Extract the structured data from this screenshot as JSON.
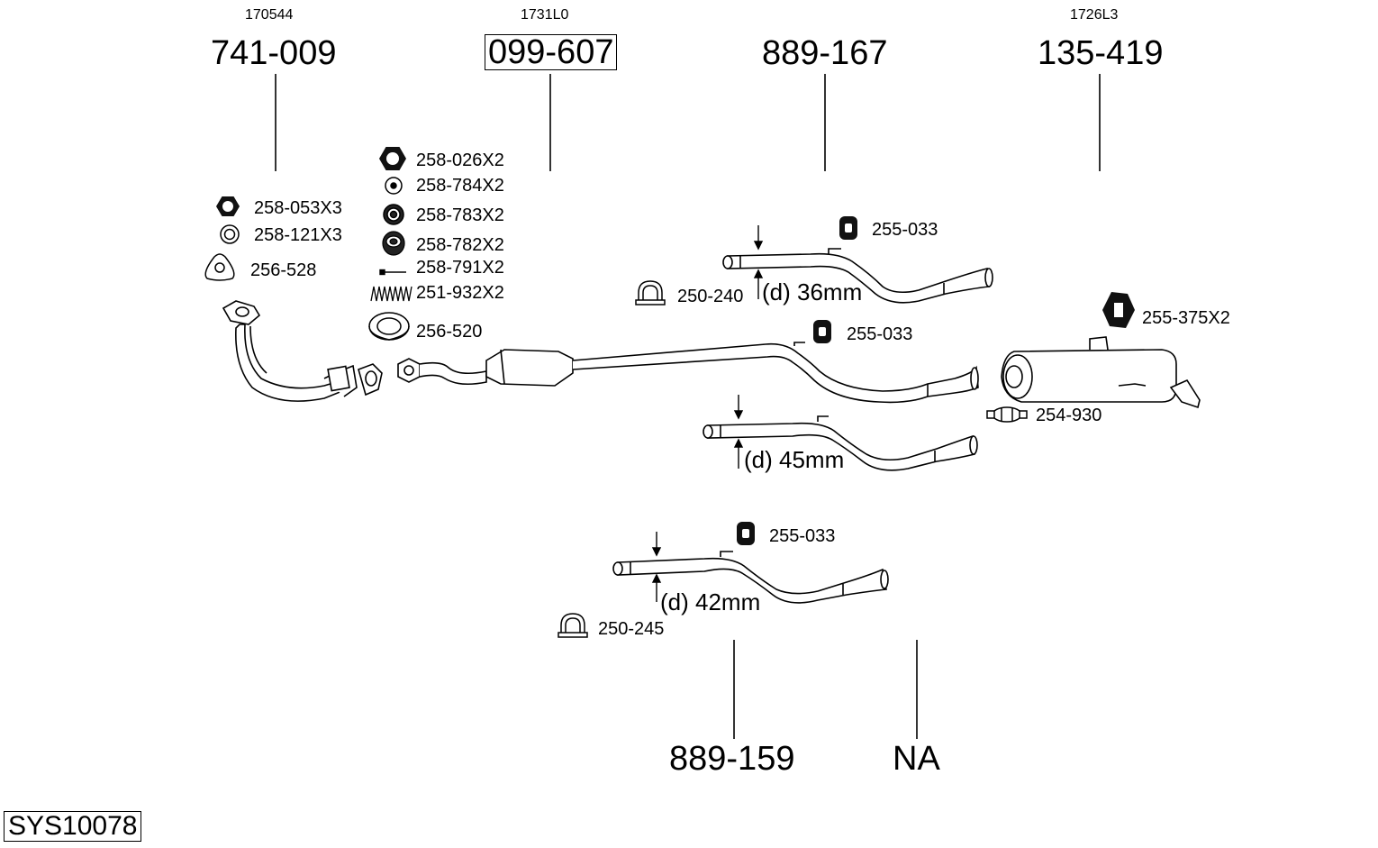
{
  "header_refs": [
    {
      "ref": "170544",
      "part": "741-009"
    },
    {
      "ref": "1731L0",
      "part": "099-607"
    },
    {
      "ref": "",
      "part": "889-167"
    },
    {
      "ref": "1726L3",
      "part": "135-419"
    }
  ],
  "footer_parts": [
    "889-159",
    "NA"
  ],
  "system_id": "SYS10078",
  "labels": {
    "front_flange_nut": "258-053X3",
    "front_washer": "258-121X3",
    "front_gasket": "256-528",
    "nut_1": "258-026X2",
    "washer_1": "258-784X2",
    "washer_2": "258-783X2",
    "washer_3": "258-782X2",
    "bolt": "258-791X2",
    "spring": "251-932X2",
    "ring_gasket": "256-520",
    "hanger_upper": "255-033",
    "clamp_upper": "250-240",
    "dia_upper": "(d) 36mm",
    "hanger_middle": "255-033",
    "rear_hanger": "255-375X2",
    "rear_clamp": "254-930",
    "dia_middle": "(d) 45mm",
    "hanger_lower": "255-033",
    "dia_lower": "(d) 42mm",
    "clamp_lower": "250-245"
  }
}
